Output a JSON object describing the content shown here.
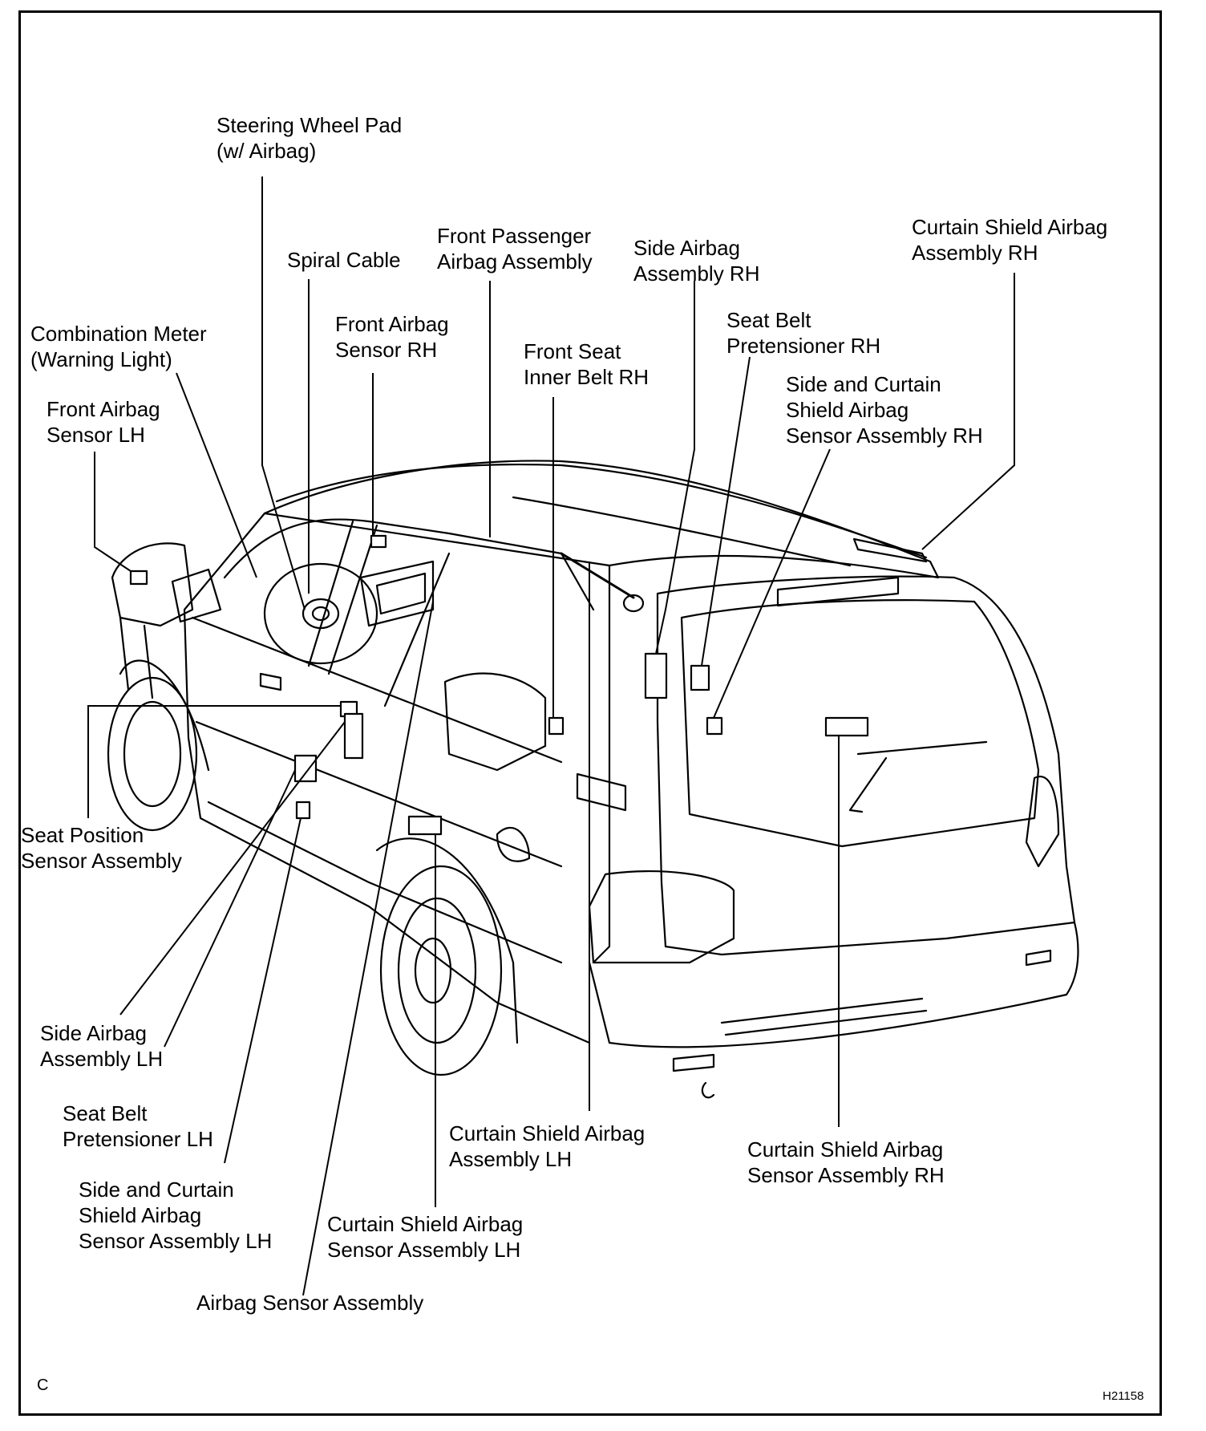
{
  "labels": {
    "steering_wheel_pad": "Steering Wheel Pad\n(w/ Airbag)",
    "spiral_cable": "Spiral Cable",
    "front_passenger_airbag": "Front Passenger\nAirbag Assembly",
    "side_airbag_rh": "Side Airbag\nAssembly RH",
    "curtain_shield_airbag_rh": "Curtain Shield Airbag\nAssembly RH",
    "combination_meter": "Combination Meter\n(Warning Light)",
    "front_airbag_sensor_rh": "Front Airbag\nSensor RH",
    "front_seat_inner_belt_rh": "Front Seat\nInner Belt RH",
    "seat_belt_pretensioner_rh": "Seat Belt\nPretensioner RH",
    "side_curtain_sensor_rh": "Side and Curtain\nShield Airbag\nSensor Assembly RH",
    "front_airbag_sensor_lh": "Front Airbag\nSensor LH",
    "seat_position_sensor": "Seat Position\nSensor Assembly",
    "side_airbag_lh": "Side Airbag\nAssembly LH",
    "seat_belt_pretensioner_lh": "Seat Belt\nPretensioner LH",
    "side_curtain_sensor_lh": "Side and Curtain\nShield Airbag\nSensor Assembly LH",
    "curtain_shield_airbag_lh": "Curtain Shield Airbag\nAssembly LH",
    "curtain_shield_sensor_lh": "Curtain Shield Airbag\nSensor Assembly LH",
    "curtain_shield_sensor_rh": "Curtain Shield Airbag\nSensor Assembly RH",
    "airbag_sensor_assembly": "Airbag Sensor Assembly"
  },
  "corner_letter": "C",
  "figure_code": "H21158"
}
